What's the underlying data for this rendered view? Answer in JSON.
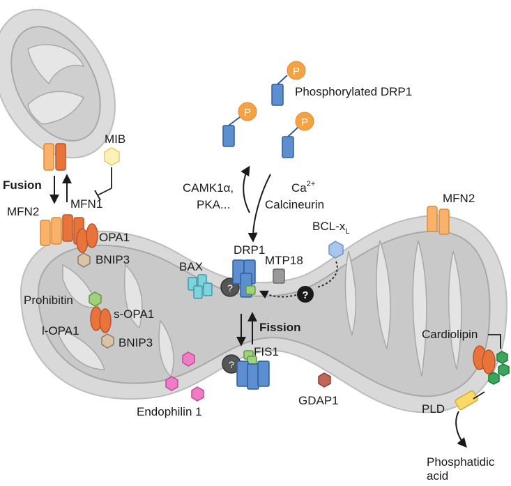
{
  "labels": {
    "fusion": "Fusion",
    "fission": "Fission",
    "mfn2_left": "MFN2",
    "mfn1": "MFN1",
    "mib": "MIB",
    "opa1": "OPA1",
    "bnip3_top": "BNIP3",
    "prohibitin": "Prohibitin",
    "s_opa1": "s-OPA1",
    "l_opa1": "l-OPA1",
    "bnip3_bottom": "BNIP3",
    "phosphorylated_drp1": "Phosphorylated DRP1",
    "p": "P",
    "camk_line1": "CAMK1α,",
    "camk_line2": "PKA...",
    "ca": "Ca",
    "ca_sup": "2+",
    "calcineurin": "Calcineurin",
    "mfn2_right": "MFN2",
    "bcl_x": "BCL-x",
    "bcl_sub": "L",
    "bax": "BAX",
    "drp1": "DRP1",
    "mtp18": "MTP18",
    "question": "?",
    "fis1": "FIS1",
    "endophilin": "Endophilin 1",
    "gdap1": "GDAP1",
    "cardiolipin": "Cardiolipin",
    "pld": "PLD",
    "phosphatidic_line1": "Phosphatidic",
    "phosphatidic_line2": "acid"
  },
  "colors": {
    "membrane_outer": "#dcdcdc",
    "membrane_inner": "#b4b4b4",
    "orange_light": "#f8b26a",
    "orange_dark": "#e8743c",
    "drp1_blue": "#5d8fd0",
    "p_orange": "#f4a340",
    "bax_teal": "#7fd3dc",
    "bcl_blue": "#a9c6ee",
    "green": "#9fd27a",
    "cardiolipin_green": "#3aa65a",
    "pink": "#f07cc7",
    "gdap_red": "#c0655a",
    "mib_yellow": "#fdf0b8",
    "pld_yellow": "#fbd968",
    "dark_gray": "#555555",
    "mtp18_gray": "#9a9a9a",
    "bnip3_tan": "#d9c4a8"
  }
}
